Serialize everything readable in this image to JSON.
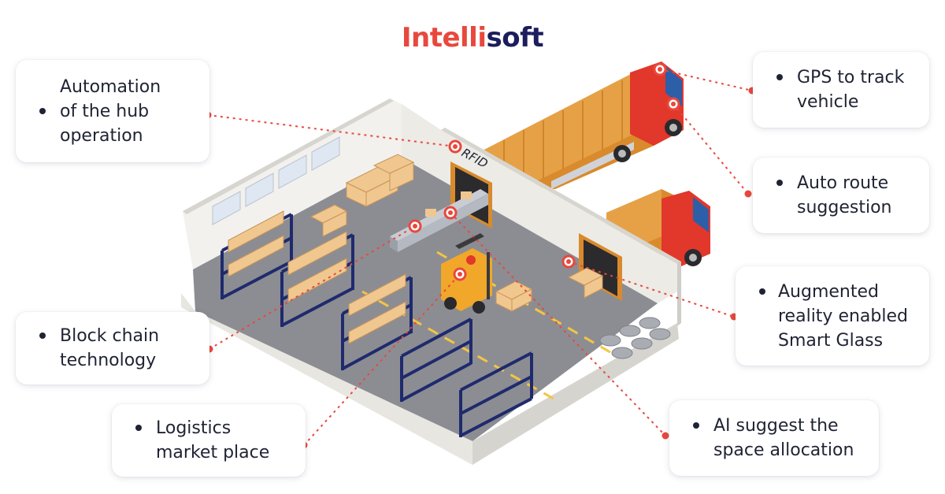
{
  "brand": {
    "part1": "Intelli",
    "part2": "soft"
  },
  "cards": {
    "automation": "Automation\nof the hub\noperation",
    "blockchain": "Block chain\ntechnology",
    "logistics": "Logistics\nmarket place",
    "gps": "GPS to track\nvehicle",
    "route": "Auto route\nsuggestion",
    "ar": "Augmented\nreality enabled\nSmart Glass",
    "ai": "AI suggest the\nspace allocation"
  },
  "labels": {
    "rfid": "RFID"
  },
  "colors": {
    "accent": "#e8483d",
    "navy": "#1c1d5c",
    "truck_red": "#e2372b",
    "container": "#e39a3c",
    "floor": "#8c8d92",
    "shelf": "#1f2a6e",
    "box": "#f0c78f",
    "connector": "#e8483d"
  }
}
